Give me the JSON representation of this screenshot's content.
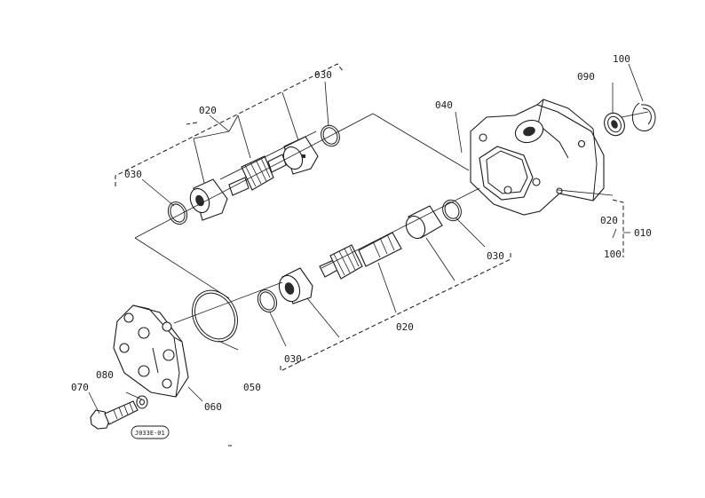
{
  "labels": {
    "p010": "010",
    "p020_top": "020",
    "p020_mid": "020",
    "p020_right": "020",
    "p030_tl": "030",
    "p030_tr": "030",
    "p030_mr": "030",
    "p030_bl": "030",
    "p040": "040",
    "p050": "050",
    "p060": "060",
    "p070": "070",
    "p080": "080",
    "p090": "090",
    "p100_top": "100",
    "p100_bottom": "100"
  },
  "stamp": "J033E-01"
}
